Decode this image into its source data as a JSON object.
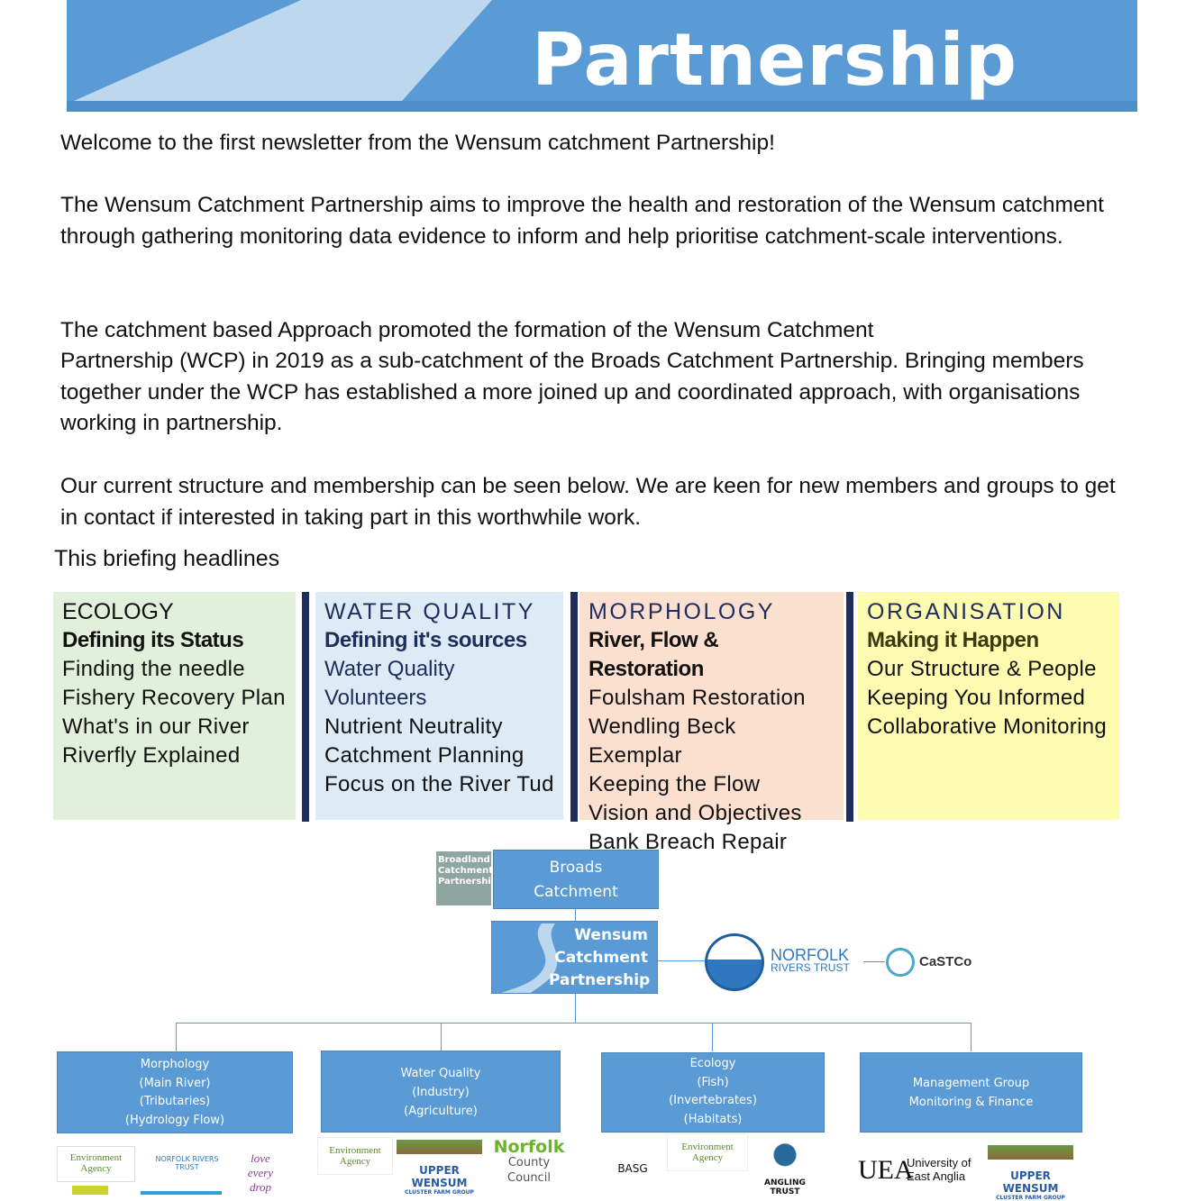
{
  "banner": {
    "title": "Partnership"
  },
  "intro": {
    "p1": "Welcome to the first newsletter from the Wensum catchment Partnership!",
    "p2": "The Wensum Catchment Partnership aims to improve the health and restoration of the Wensum catchment through gathering monitoring data evidence to inform and help prioritise catchment-scale interventions.",
    "p3a": "The catchment based Approach promoted the formation of the Wensum Catchment",
    "p3b": "Partnership (WCP) in 2019 as a sub-catchment of the Broads Catchment Partnership.  Bringing members together under the WCP has established a more joined up and coordinated approach, with organisations working in partnership.",
    "p4": "Our current structure and membership can be seen below. We are keen for new members and groups to get in contact if interested in taking part in this worthwhile work."
  },
  "briefing": {
    "title": "This briefing headlines",
    "columns": [
      {
        "heading": "ECOLOGY",
        "sub": "Defining its Status",
        "items": [
          "Finding the needle",
          "Fishery Recovery Plan",
          "What's in our River",
          "Riverfly Explained"
        ]
      },
      {
        "heading": "WATER QUALITY",
        "sub": "Defining it's sources",
        "items": [
          "Water Quality Volunteers",
          "Nutrient Neutrality",
          "Catchment Planning",
          "Focus on the River Tud"
        ]
      },
      {
        "heading": "MORPHOLOGY",
        "sub": "River, Flow & Restoration",
        "items": [
          "Foulsham Restoration",
          "Wendling Beck Exemplar",
          "Keeping the Flow",
          "Vision and Objectives",
          "Bank Breach Repair"
        ]
      },
      {
        "heading": "ORGANISATION",
        "sub": "Making it Happen",
        "items": [
          "Our Structure & People",
          "Keeping You Informed",
          "Collaborative Monitoring"
        ]
      }
    ]
  },
  "org": {
    "broads": "Broads Catchment Partnership",
    "broadland_logo": "Broadland Catchment Partnership",
    "wensum": "Wensum Catchment Partnership",
    "nrt": "NORFOLK",
    "nrt_sub": "RIVERS TRUST",
    "castco": "CaSTCo",
    "groups": [
      {
        "lines": [
          "Morphology",
          "(Main River)",
          "(Tributaries)",
          "(Hydrology Flow)"
        ]
      },
      {
        "lines": [
          "Water Quality",
          "(Industry)",
          "(Agriculture)"
        ]
      },
      {
        "lines": [
          "Ecology",
          "(Fish)",
          "(Invertebrates)",
          "(Habitats)"
        ]
      },
      {
        "lines": [
          "Management Group",
          "Monitoring & Finance"
        ]
      }
    ],
    "logos": {
      "ea": "Environment Agency",
      "nrt_small": "NORFOLK RIVERS TRUST",
      "love": "love every drop",
      "upper": "UPPER WENSUM",
      "upper_sub": "CLUSTER FARM GROUP",
      "ncc": "Norfolk",
      "ncc_sub": "County Council",
      "basg": "BASG",
      "angling": "ANGLING TRUST",
      "uea": "UEA",
      "uea_name": "University of East Anglia"
    }
  }
}
